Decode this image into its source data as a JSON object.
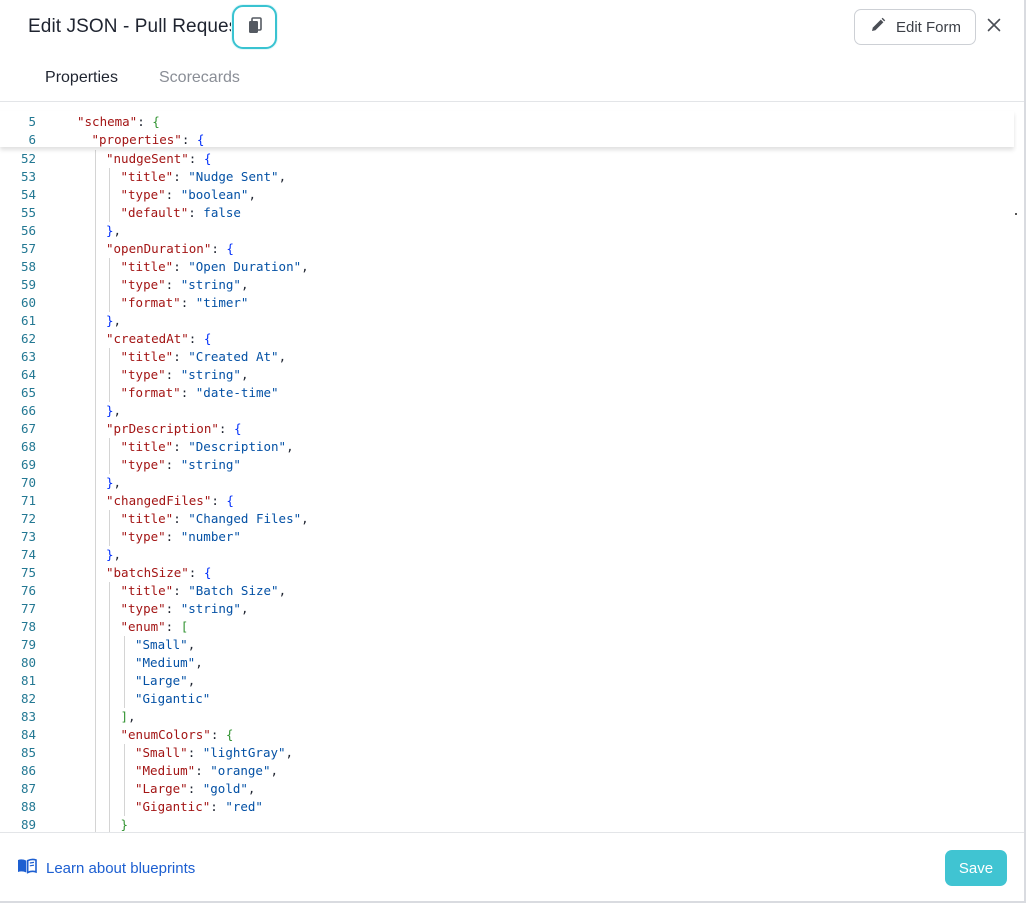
{
  "modal": {
    "title": "Edit JSON - Pull Request",
    "edit_form_label": "Edit Form",
    "icons": {
      "copy": "copy-icon",
      "edit": "pencil-icon",
      "close": "close-icon",
      "learn": "book-icon"
    }
  },
  "tabs": [
    {
      "label": "Properties",
      "active": true
    },
    {
      "label": "Scorecards",
      "active": false
    }
  ],
  "editor": {
    "sticky_lines": [
      {
        "n": "5",
        "indent": 2,
        "tokens": [
          [
            "k",
            "\"schema\""
          ],
          [
            "p",
            ": "
          ],
          [
            "b1",
            "{"
          ]
        ]
      },
      {
        "n": "6",
        "indent": 3,
        "tokens": [
          [
            "k",
            "\"properties\""
          ],
          [
            "p",
            ": "
          ],
          [
            "b2",
            "{"
          ]
        ]
      }
    ],
    "lines": [
      {
        "n": "52",
        "indent": 4,
        "tokens": [
          [
            "k",
            "\"nudgeSent\""
          ],
          [
            "p",
            ": "
          ],
          [
            "b2",
            "{"
          ]
        ]
      },
      {
        "n": "53",
        "indent": 5,
        "tokens": [
          [
            "k",
            "\"title\""
          ],
          [
            "p",
            ": "
          ],
          [
            "s",
            "\"Nudge Sent\""
          ],
          [
            "p",
            ","
          ]
        ]
      },
      {
        "n": "54",
        "indent": 5,
        "tokens": [
          [
            "k",
            "\"type\""
          ],
          [
            "p",
            ": "
          ],
          [
            "s",
            "\"boolean\""
          ],
          [
            "p",
            ","
          ]
        ]
      },
      {
        "n": "55",
        "indent": 5,
        "tokens": [
          [
            "k",
            "\"default\""
          ],
          [
            "p",
            ": "
          ],
          [
            "s",
            "false"
          ]
        ]
      },
      {
        "n": "56",
        "indent": 4,
        "tokens": [
          [
            "b2",
            "}"
          ],
          [
            "p",
            ","
          ]
        ]
      },
      {
        "n": "57",
        "indent": 4,
        "tokens": [
          [
            "k",
            "\"openDuration\""
          ],
          [
            "p",
            ": "
          ],
          [
            "b2",
            "{"
          ]
        ]
      },
      {
        "n": "58",
        "indent": 5,
        "tokens": [
          [
            "k",
            "\"title\""
          ],
          [
            "p",
            ": "
          ],
          [
            "s",
            "\"Open Duration\""
          ],
          [
            "p",
            ","
          ]
        ]
      },
      {
        "n": "59",
        "indent": 5,
        "tokens": [
          [
            "k",
            "\"type\""
          ],
          [
            "p",
            ": "
          ],
          [
            "s",
            "\"string\""
          ],
          [
            "p",
            ","
          ]
        ]
      },
      {
        "n": "60",
        "indent": 5,
        "tokens": [
          [
            "k",
            "\"format\""
          ],
          [
            "p",
            ": "
          ],
          [
            "s",
            "\"timer\""
          ]
        ]
      },
      {
        "n": "61",
        "indent": 4,
        "tokens": [
          [
            "b2",
            "}"
          ],
          [
            "p",
            ","
          ]
        ]
      },
      {
        "n": "62",
        "indent": 4,
        "tokens": [
          [
            "k",
            "\"createdAt\""
          ],
          [
            "p",
            ": "
          ],
          [
            "b2",
            "{"
          ]
        ]
      },
      {
        "n": "63",
        "indent": 5,
        "tokens": [
          [
            "k",
            "\"title\""
          ],
          [
            "p",
            ": "
          ],
          [
            "s",
            "\"Created At\""
          ],
          [
            "p",
            ","
          ]
        ]
      },
      {
        "n": "64",
        "indent": 5,
        "tokens": [
          [
            "k",
            "\"type\""
          ],
          [
            "p",
            ": "
          ],
          [
            "s",
            "\"string\""
          ],
          [
            "p",
            ","
          ]
        ]
      },
      {
        "n": "65",
        "indent": 5,
        "tokens": [
          [
            "k",
            "\"format\""
          ],
          [
            "p",
            ": "
          ],
          [
            "s",
            "\"date-time\""
          ]
        ]
      },
      {
        "n": "66",
        "indent": 4,
        "tokens": [
          [
            "b2",
            "}"
          ],
          [
            "p",
            ","
          ]
        ]
      },
      {
        "n": "67",
        "indent": 4,
        "tokens": [
          [
            "k",
            "\"prDescription\""
          ],
          [
            "p",
            ": "
          ],
          [
            "b2",
            "{"
          ]
        ]
      },
      {
        "n": "68",
        "indent": 5,
        "tokens": [
          [
            "k",
            "\"title\""
          ],
          [
            "p",
            ": "
          ],
          [
            "s",
            "\"Description\""
          ],
          [
            "p",
            ","
          ]
        ]
      },
      {
        "n": "69",
        "indent": 5,
        "tokens": [
          [
            "k",
            "\"type\""
          ],
          [
            "p",
            ": "
          ],
          [
            "s",
            "\"string\""
          ]
        ]
      },
      {
        "n": "70",
        "indent": 4,
        "tokens": [
          [
            "b2",
            "}"
          ],
          [
            "p",
            ","
          ]
        ]
      },
      {
        "n": "71",
        "indent": 4,
        "tokens": [
          [
            "k",
            "\"changedFiles\""
          ],
          [
            "p",
            ": "
          ],
          [
            "b2",
            "{"
          ]
        ]
      },
      {
        "n": "72",
        "indent": 5,
        "tokens": [
          [
            "k",
            "\"title\""
          ],
          [
            "p",
            ": "
          ],
          [
            "s",
            "\"Changed Files\""
          ],
          [
            "p",
            ","
          ]
        ]
      },
      {
        "n": "73",
        "indent": 5,
        "tokens": [
          [
            "k",
            "\"type\""
          ],
          [
            "p",
            ": "
          ],
          [
            "s",
            "\"number\""
          ]
        ]
      },
      {
        "n": "74",
        "indent": 4,
        "tokens": [
          [
            "b2",
            "}"
          ],
          [
            "p",
            ","
          ]
        ]
      },
      {
        "n": "75",
        "indent": 4,
        "tokens": [
          [
            "k",
            "\"batchSize\""
          ],
          [
            "p",
            ": "
          ],
          [
            "b2",
            "{"
          ]
        ]
      },
      {
        "n": "76",
        "indent": 5,
        "tokens": [
          [
            "k",
            "\"title\""
          ],
          [
            "p",
            ": "
          ],
          [
            "s",
            "\"Batch Size\""
          ],
          [
            "p",
            ","
          ]
        ]
      },
      {
        "n": "77",
        "indent": 5,
        "tokens": [
          [
            "k",
            "\"type\""
          ],
          [
            "p",
            ": "
          ],
          [
            "s",
            "\"string\""
          ],
          [
            "p",
            ","
          ]
        ]
      },
      {
        "n": "78",
        "indent": 5,
        "tokens": [
          [
            "k",
            "\"enum\""
          ],
          [
            "p",
            ": "
          ],
          [
            "b1",
            "["
          ]
        ]
      },
      {
        "n": "79",
        "indent": 6,
        "tokens": [
          [
            "s",
            "\"Small\""
          ],
          [
            "p",
            ","
          ]
        ]
      },
      {
        "n": "80",
        "indent": 6,
        "tokens": [
          [
            "s",
            "\"Medium\""
          ],
          [
            "p",
            ","
          ]
        ]
      },
      {
        "n": "81",
        "indent": 6,
        "tokens": [
          [
            "s",
            "\"Large\""
          ],
          [
            "p",
            ","
          ]
        ]
      },
      {
        "n": "82",
        "indent": 6,
        "tokens": [
          [
            "s",
            "\"Gigantic\""
          ]
        ]
      },
      {
        "n": "83",
        "indent": 5,
        "tokens": [
          [
            "b1",
            "]"
          ],
          [
            "p",
            ","
          ]
        ]
      },
      {
        "n": "84",
        "indent": 5,
        "tokens": [
          [
            "k",
            "\"enumColors\""
          ],
          [
            "p",
            ": "
          ],
          [
            "b1",
            "{"
          ]
        ]
      },
      {
        "n": "85",
        "indent": 6,
        "tokens": [
          [
            "k",
            "\"Small\""
          ],
          [
            "p",
            ": "
          ],
          [
            "s",
            "\"lightGray\""
          ],
          [
            "p",
            ","
          ]
        ]
      },
      {
        "n": "86",
        "indent": 6,
        "tokens": [
          [
            "k",
            "\"Medium\""
          ],
          [
            "p",
            ": "
          ],
          [
            "s",
            "\"orange\""
          ],
          [
            "p",
            ","
          ]
        ]
      },
      {
        "n": "87",
        "indent": 6,
        "tokens": [
          [
            "k",
            "\"Large\""
          ],
          [
            "p",
            ": "
          ],
          [
            "s",
            "\"gold\""
          ],
          [
            "p",
            ","
          ]
        ]
      },
      {
        "n": "88",
        "indent": 6,
        "tokens": [
          [
            "k",
            "\"Gigantic\""
          ],
          [
            "p",
            ": "
          ],
          [
            "s",
            "\"red\""
          ]
        ]
      },
      {
        "n": "89",
        "indent": 5,
        "tokens": [
          [
            "b1",
            "}"
          ]
        ]
      }
    ]
  },
  "footer": {
    "learn_label": "Learn about blueprints",
    "save_label": "Save"
  },
  "colors": {
    "accent": "#40c4d2",
    "link": "#1d5fd1",
    "json_key": "#a31515",
    "json_value": "#0451a5",
    "line_number": "#237893"
  }
}
